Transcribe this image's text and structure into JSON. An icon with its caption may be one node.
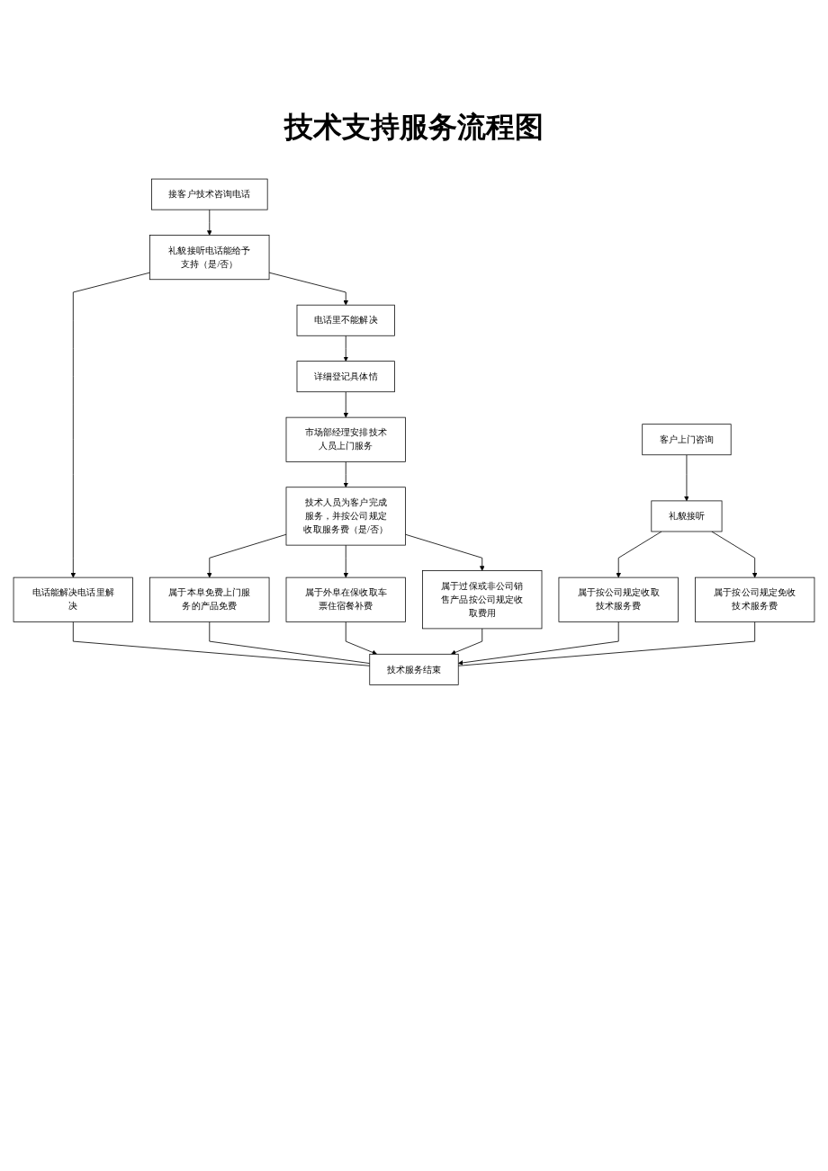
{
  "diagram": {
    "title": "技术支持服务流程图",
    "nodes": [
      {
        "text": [
          "接客户技术咨询电话"
        ]
      },
      {
        "text": [
          "礼貌接听电话能给予支持（是/否）"
        ]
      },
      {
        "text": [
          "电话能解决电话里解决"
        ]
      },
      {
        "text": [
          "电话里不能解决"
        ]
      },
      {
        "text": [
          "详细登记具体情"
        ]
      },
      {
        "text": [
          "市场部经理安排技术人员上门服务"
        ]
      },
      {
        "text": [
          "技术人员为客户完成服务，并按公司规定收取服务费（是/否）"
        ]
      },
      {
        "text": [
          "属于本阜免费上门服务的产品免费"
        ]
      },
      {
        "text": [
          "属于外阜在保收取车票住宿餐补费"
        ]
      },
      {
        "text": [
          "属于过保或非公司销售产品按公司规定收取费用"
        ]
      },
      {
        "text": [
          "客户上门咨询"
        ]
      },
      {
        "text": [
          "礼貌接听"
        ]
      },
      {
        "text": [
          "属于按公司规定收取技术服务费"
        ]
      },
      {
        "text": [
          "属于按公司规定免收技术服务费"
        ]
      },
      {
        "text": [
          "技术服务结束"
        ]
      }
    ],
    "edges": [
      {
        "from": 0,
        "to": 1,
        "arrow": "to"
      },
      {
        "from": 1,
        "to": 2,
        "arrow": "to"
      },
      {
        "from": 1,
        "to": 3,
        "arrow": "to"
      },
      {
        "from": 3,
        "to": 4,
        "arrow": "to"
      },
      {
        "from": 4,
        "to": 5,
        "arrow": "to"
      },
      {
        "from": 5,
        "to": 6,
        "arrow": "to"
      },
      {
        "from": 6,
        "to": 7,
        "arrow": "to"
      },
      {
        "from": 6,
        "to": 8,
        "arrow": "to"
      },
      {
        "from": 6,
        "to": 9,
        "arrow": "to"
      },
      {
        "from": 10,
        "to": 11,
        "arrow": "to"
      },
      {
        "from": 11,
        "to": 12,
        "arrow": "to"
      },
      {
        "from": 11,
        "to": 13,
        "arrow": "to"
      },
      {
        "from": 2,
        "to": 14,
        "arrow": "none"
      },
      {
        "from": 7,
        "to": 14,
        "arrow": "none"
      },
      {
        "from": 8,
        "to": 14,
        "arrow": "to"
      },
      {
        "from": 9,
        "to": 14,
        "arrow": "to"
      },
      {
        "from": 12,
        "to": 14,
        "arrow": "to"
      },
      {
        "from": 13,
        "to": 14,
        "arrow": "none"
      }
    ]
  }
}
